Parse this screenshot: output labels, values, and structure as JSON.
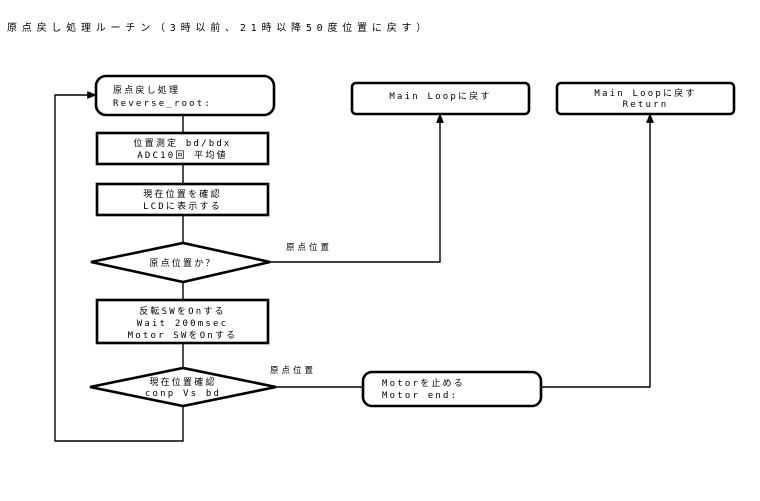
{
  "title": "原点戻し処理ルーチン（3時以前、21時以降50度位置に戻す）",
  "nodes": {
    "start": {
      "line1": "原点戻し処理",
      "line2": "Reverse_root:"
    },
    "measure": {
      "line1": "位置測定 bd/bdx",
      "line2": "ADC10回 平均値"
    },
    "confirm_lcd": {
      "line1": "現在位置を確認",
      "line2": "LCDに表示する"
    },
    "origin_check": {
      "line1": "原点位置か？"
    },
    "reverse_sw": {
      "line1": "反転SWをOnする",
      "line2": "Wait 200msec",
      "line3": "Motor SWをOnする"
    },
    "position_check": {
      "line1": "現在位置確認",
      "line2": "conp Vs bd"
    },
    "main_loop_1": {
      "line1": "Main Loopに戻す"
    },
    "main_loop_2": {
      "line1": "Main Loopに戻す",
      "line2": "Return"
    },
    "motor_stop": {
      "line1": "Motorを止める",
      "line2": "Motor end:"
    }
  },
  "edge_labels": {
    "origin_yes": "原点位置",
    "position_yes": "原点位置"
  }
}
